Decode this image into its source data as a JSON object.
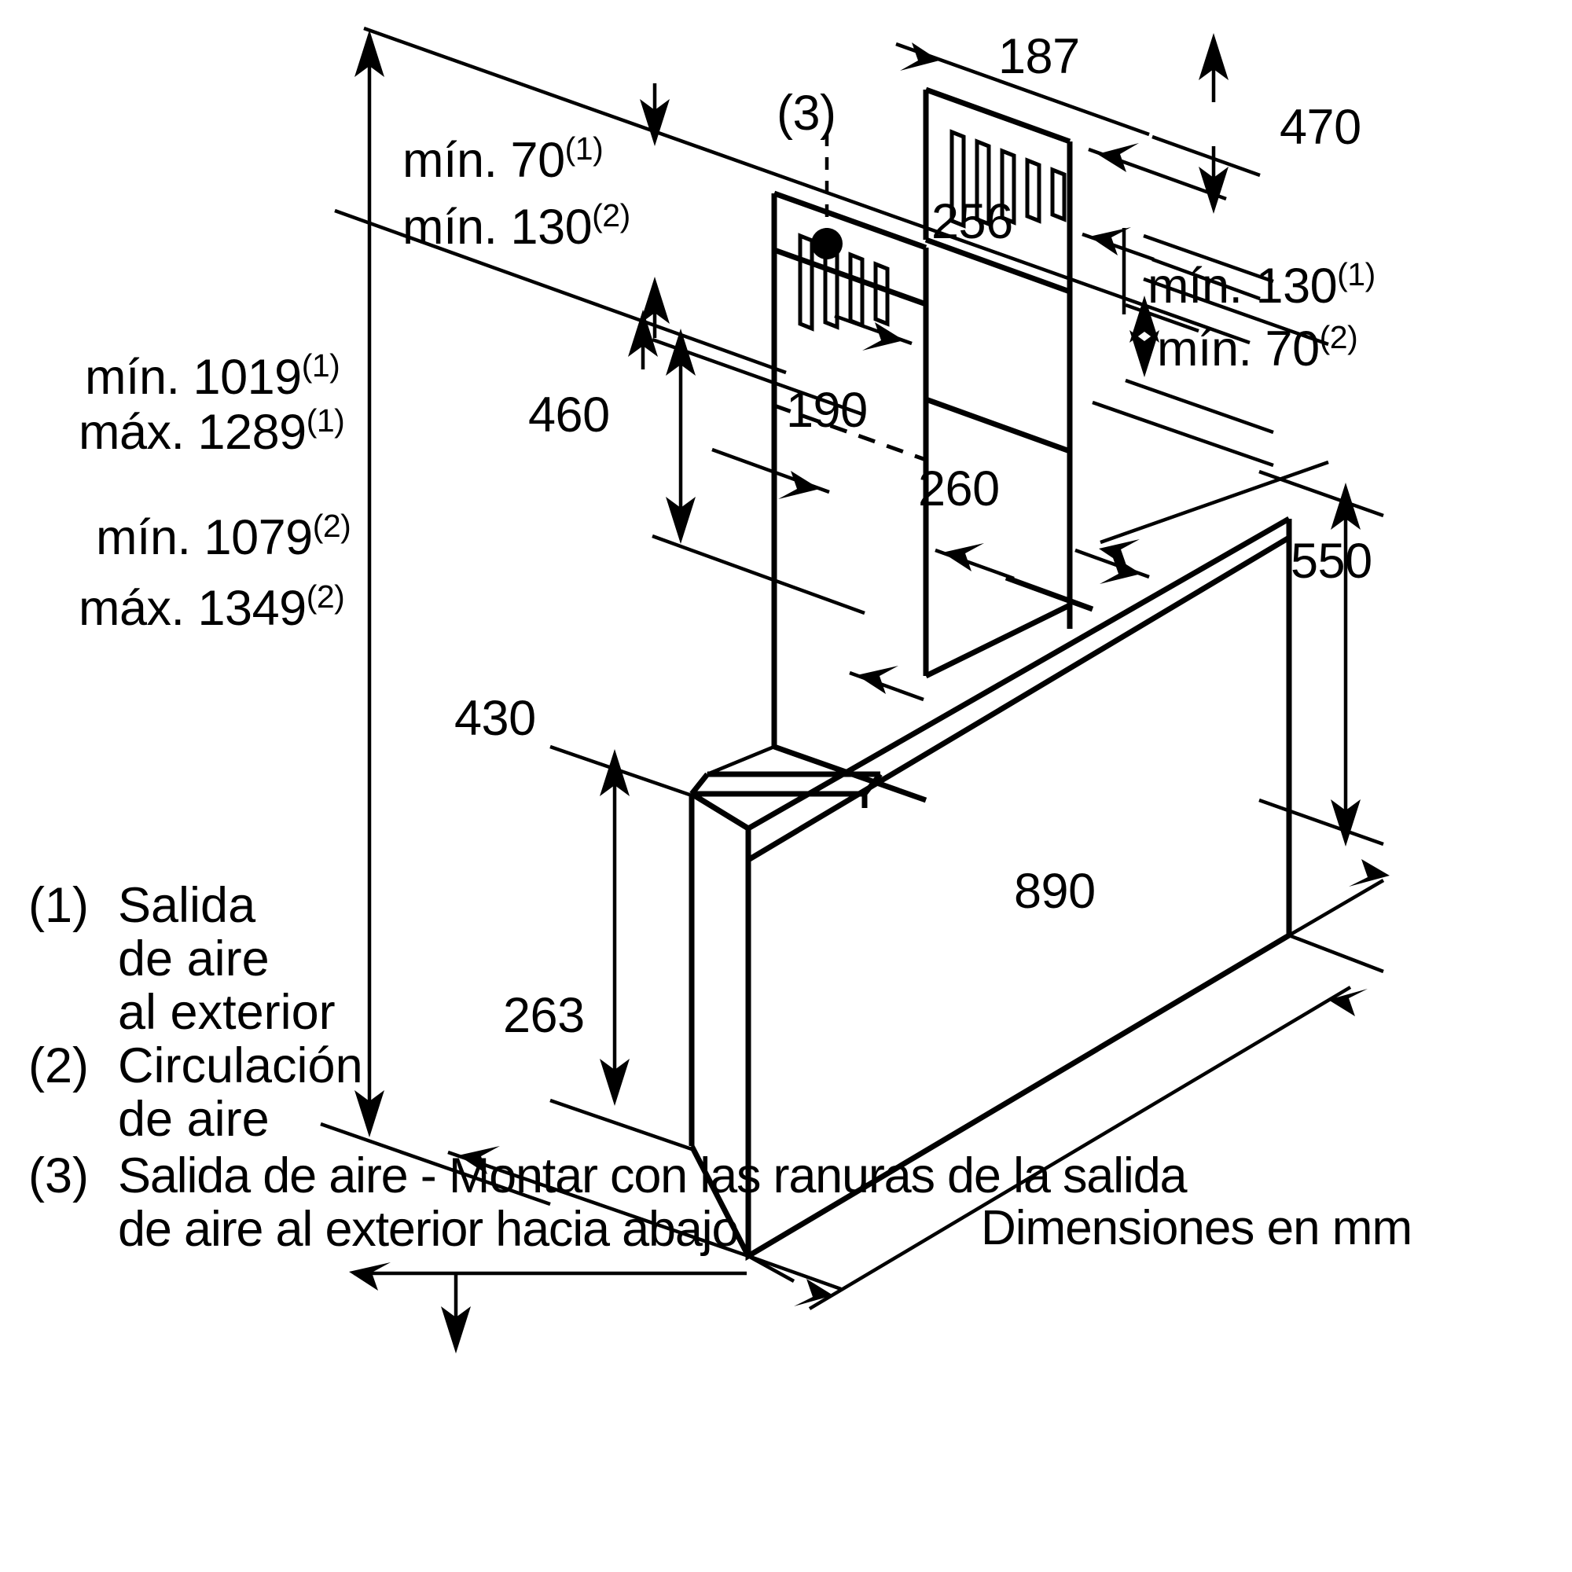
{
  "meta": {
    "title": "Dibujo técnico de dimensiones de campana extractora",
    "units_note": "Dimensiones en mm",
    "line_color": "#000000",
    "background_color": "#ffffff"
  },
  "dimensions": {
    "min_70_1": "mín. 70",
    "min_70_1_sup": "(1)",
    "min_130_2": "mín. 130",
    "min_130_2_sup": "(2)",
    "min_1019": "mín. 1019",
    "min_1019_sup": "(1)",
    "max_1289": "máx. 1289",
    "max_1289_sup": "(1)",
    "min_1079": "mín. 1079",
    "min_1079_sup": "(2)",
    "max_1349": "máx. 1349",
    "max_1349_sup": "(2)",
    "min_130_1": "mín. 130",
    "min_130_1_sup": "(1)",
    "min_70_2": "mín. 70",
    "min_70_2_sup": "(2)",
    "d_187": "187",
    "d_470": "470",
    "d_256": "256",
    "d_460": "460",
    "d_190": "190",
    "d_260": "260",
    "d_550": "550",
    "d_430": "430",
    "d_890": "890",
    "d_263": "263",
    "callout_3": "(3)"
  },
  "legend": {
    "item1_marker": "(1)",
    "item1_line1": "Salida",
    "item1_line2": "de aire",
    "item1_line3": "al exterior",
    "item2_marker": "(2)",
    "item2_line1": "Circulación",
    "item2_line2": "de aire",
    "item3_marker": "(3)",
    "item3_line1": "Salida de aire - Montar con las ranuras de la salida",
    "item3_line2": "de aire al exterior hacia abajo"
  },
  "footer": {
    "units": "Dimensiones en mm"
  },
  "chart_data": {
    "type": "table",
    "title": "Dimensiones de instalación de campana extractora (mm)",
    "categories": [
      "187",
      "470",
      "256",
      "460",
      "190",
      "260",
      "550",
      "430",
      "890",
      "263"
    ],
    "values": [
      187,
      470,
      256,
      460,
      190,
      260,
      550,
      430,
      890,
      263
    ],
    "ranges": [
      {
        "label": "mín. 1019 (1)",
        "value": 1019
      },
      {
        "label": "máx. 1289 (1)",
        "value": 1289
      },
      {
        "label": "mín. 1079 (2)",
        "value": 1079
      },
      {
        "label": "máx. 1349 (2)",
        "value": 1349
      },
      {
        "label": "mín. 70 (1)",
        "value": 70
      },
      {
        "label": "mín. 130 (2)",
        "value": 130
      },
      {
        "label": "mín. 130 (1)",
        "value": 130
      },
      {
        "label": "mín. 70 (2)",
        "value": 70
      }
    ],
    "xlabel": "",
    "ylabel": "",
    "legend_position": "bottom-left"
  }
}
